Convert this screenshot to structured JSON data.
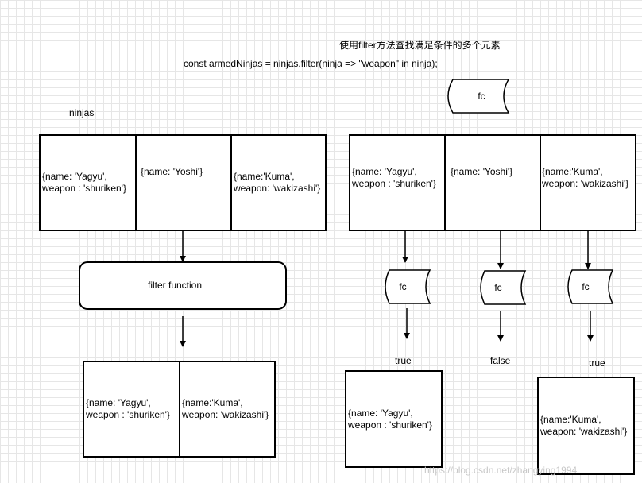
{
  "title": "使用filter方法查找满足条件的多个元素",
  "code": "const armedNinjas = ninjas.filter(ninja => \"weapon\" in ninja);",
  "array_label": "ninjas",
  "fc_label": "fc",
  "filter_function_label": "filter function",
  "ninjas": [
    {
      "text": "{name: 'Yagyu',\nweapon : 'shuriken'}"
    },
    {
      "text": "{name: 'Yoshi'}"
    },
    {
      "text": "{name:'Kuma',\nweapon: 'wakizashi'}"
    }
  ],
  "filtered": [
    {
      "text": "{name: 'Yagyu',\nweapon : 'shuriken'}"
    },
    {
      "text": "{name:'Kuma',\nweapon: 'wakizashi'}"
    }
  ],
  "results": [
    "true",
    "false",
    "true"
  ],
  "result_boxes": [
    {
      "text": "{name: 'Yagyu',\nweapon : 'shuriken'}"
    },
    {
      "text": "{name:'Kuma',\nweapon: 'wakizashi'}"
    }
  ],
  "watermark": "https://blog.csdn.net/zhangying1994"
}
